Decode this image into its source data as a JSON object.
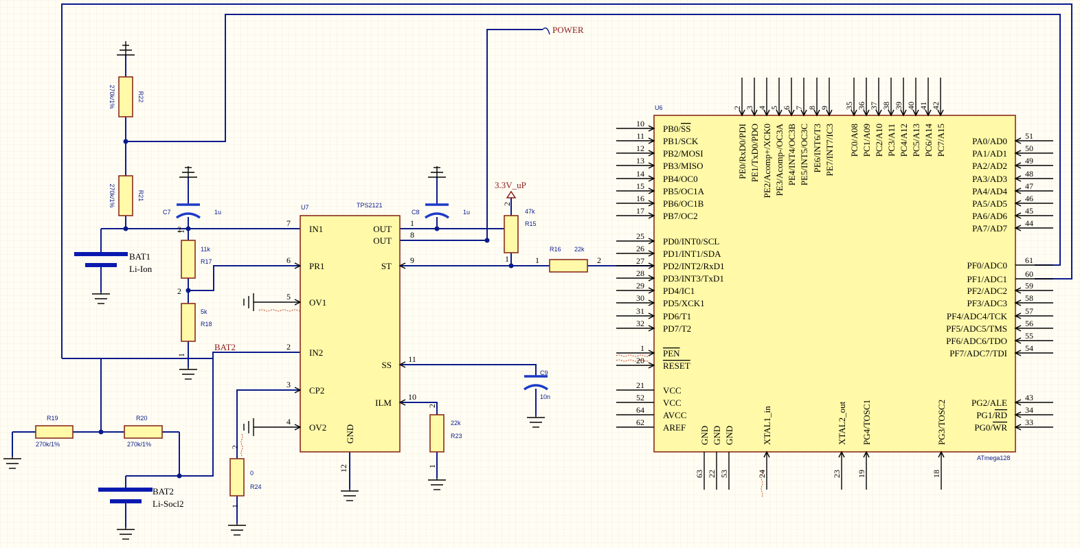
{
  "nets": {
    "power": "POWER",
    "bat2": "BAT2",
    "v33": "3.3V_uP"
  },
  "batteries": [
    {
      "ref": "BAT1",
      "type": "Li-Ion"
    },
    {
      "ref": "BAT2",
      "type": "Li-Socl2"
    }
  ],
  "resistors": {
    "R22": {
      "ref": "R22",
      "value": "270k/1%"
    },
    "R21": {
      "ref": "R21",
      "value": "270k/1%"
    },
    "R17": {
      "ref": "R17",
      "value": "11k"
    },
    "R18": {
      "ref": "R18",
      "value": "5k"
    },
    "R19": {
      "ref": "R19",
      "value": "270k/1%"
    },
    "R20": {
      "ref": "R20",
      "value": "270k/1%"
    },
    "R24": {
      "ref": "R24",
      "value": "0"
    },
    "R15": {
      "ref": "R15",
      "value": "47k"
    },
    "R16": {
      "ref": "R16",
      "value": "22k"
    },
    "R23": {
      "ref": "R23",
      "value": "22k"
    }
  },
  "capacitors": {
    "C7": {
      "ref": "C7",
      "value": "1u"
    },
    "C8": {
      "ref": "C8",
      "value": "1u"
    },
    "C9": {
      "ref": "C9",
      "value": "10n"
    }
  },
  "pin_numbers": {
    "one": "1",
    "two": "2"
  },
  "u7": {
    "ref": "U7",
    "part": "TPS2121",
    "left_pins": [
      {
        "num": "7",
        "name": "IN1"
      },
      {
        "num": "6",
        "name": "PR1"
      },
      {
        "num": "5",
        "name": "OV1"
      },
      {
        "num": "2",
        "name": "IN2"
      },
      {
        "num": "3",
        "name": "CP2"
      },
      {
        "num": "4",
        "name": "OV2"
      }
    ],
    "right_pins": [
      {
        "num": "1",
        "name": "OUT"
      },
      {
        "num": "8",
        "name": "OUT"
      },
      {
        "num": "9",
        "name": "ST"
      },
      {
        "num": "11",
        "name": "SS"
      },
      {
        "num": "10",
        "name": "ILM"
      }
    ],
    "bottom_pin": {
      "num": "12",
      "name": "GND"
    }
  },
  "u6": {
    "ref": "U6",
    "part": "ATmega128",
    "left_pins": [
      {
        "num": "10",
        "name": "PB0/SS"
      },
      {
        "num": "11",
        "name": "PB1/SCK"
      },
      {
        "num": "12",
        "name": "PB2/MOSI"
      },
      {
        "num": "13",
        "name": "PB3/MISO"
      },
      {
        "num": "14",
        "name": "PB4/OC0"
      },
      {
        "num": "15",
        "name": "PB5/OC1A"
      },
      {
        "num": "16",
        "name": "PB6/OC1B"
      },
      {
        "num": "17",
        "name": "PB7/OC2"
      },
      {
        "num": "25",
        "name": "PD0/INT0/SCL"
      },
      {
        "num": "26",
        "name": "PD1/INT1/SDA"
      },
      {
        "num": "27",
        "name": "PD2/INT2/RxD1"
      },
      {
        "num": "28",
        "name": "PD3/INT3/TxD1"
      },
      {
        "num": "29",
        "name": "PD4/IC1"
      },
      {
        "num": "30",
        "name": "PD5/XCK1"
      },
      {
        "num": "31",
        "name": "PD6/T1"
      },
      {
        "num": "32",
        "name": "PD7/T2"
      },
      {
        "num": "1",
        "name": "PEN"
      },
      {
        "num": "20",
        "name": "RESET"
      },
      {
        "num": "21",
        "name": "VCC"
      },
      {
        "num": "52",
        "name": "VCC"
      },
      {
        "num": "64",
        "name": "AVCC"
      },
      {
        "num": "62",
        "name": "AREF"
      }
    ],
    "right_pins": [
      {
        "num": "51",
        "name": "PA0/AD0"
      },
      {
        "num": "50",
        "name": "PA1/AD1"
      },
      {
        "num": "49",
        "name": "PA2/AD2"
      },
      {
        "num": "48",
        "name": "PA3/AD3"
      },
      {
        "num": "47",
        "name": "PA4/AD4"
      },
      {
        "num": "46",
        "name": "PA5/AD5"
      },
      {
        "num": "45",
        "name": "PA6/AD6"
      },
      {
        "num": "44",
        "name": "PA7/AD7"
      },
      {
        "num": "61",
        "name": "PF0/ADC0"
      },
      {
        "num": "60",
        "name": "PF1/ADC1"
      },
      {
        "num": "59",
        "name": "PF2/ADC2"
      },
      {
        "num": "58",
        "name": "PF3/ADC3"
      },
      {
        "num": "57",
        "name": "PF4/ADC4/TCK"
      },
      {
        "num": "56",
        "name": "PF5/ADC5/TMS"
      },
      {
        "num": "55",
        "name": "PF6/ADC6/TDO"
      },
      {
        "num": "54",
        "name": "PF7/ADC7/TDI"
      },
      {
        "num": "43",
        "name": "PG2/ALE"
      },
      {
        "num": "34",
        "name": "PG1/RD"
      },
      {
        "num": "33",
        "name": "PG0/WR"
      }
    ],
    "top_pins": [
      {
        "num": "2",
        "name": "PE0/RxD0/PDI"
      },
      {
        "num": "3",
        "name": "PE1/TxD0/PDO"
      },
      {
        "num": "4",
        "name": "PE2/Acomp+/XCK0"
      },
      {
        "num": "5",
        "name": "PE3/Acomp-/OC3A"
      },
      {
        "num": "6",
        "name": "PE4/INT4/OC3B"
      },
      {
        "num": "7",
        "name": "PE5/INT5/OC3C"
      },
      {
        "num": "8",
        "name": "PE6/INT6/T3"
      },
      {
        "num": "9",
        "name": "PE7/INT7/IC3"
      },
      {
        "num": "35",
        "name": "PC0/A08"
      },
      {
        "num": "36",
        "name": "PC1/A09"
      },
      {
        "num": "37",
        "name": "PC2/A10"
      },
      {
        "num": "38",
        "name": "PC3/A11"
      },
      {
        "num": "39",
        "name": "PC4/A12"
      },
      {
        "num": "40",
        "name": "PC5/A13"
      },
      {
        "num": "41",
        "name": "PC6/A14"
      },
      {
        "num": "42",
        "name": "PC7/A15"
      }
    ],
    "bottom_pins": [
      {
        "num": "63",
        "name": "GND"
      },
      {
        "num": "22",
        "name": "GND"
      },
      {
        "num": "53",
        "name": "GND"
      },
      {
        "num": "24",
        "name": "XTAL1_in"
      },
      {
        "num": "23",
        "name": "XTAL2_out"
      },
      {
        "num": "19",
        "name": "PG4/TOSC1"
      },
      {
        "num": "18",
        "name": "PG3/TOSC2"
      }
    ]
  },
  "colors": {
    "wire": "#0a1a8c",
    "component_body": "#fff9a8",
    "component_border": "#8a2a1a",
    "net_label": "#8a1a1a",
    "capacitor": "#1c3ac8",
    "background": "#fffdf4"
  }
}
